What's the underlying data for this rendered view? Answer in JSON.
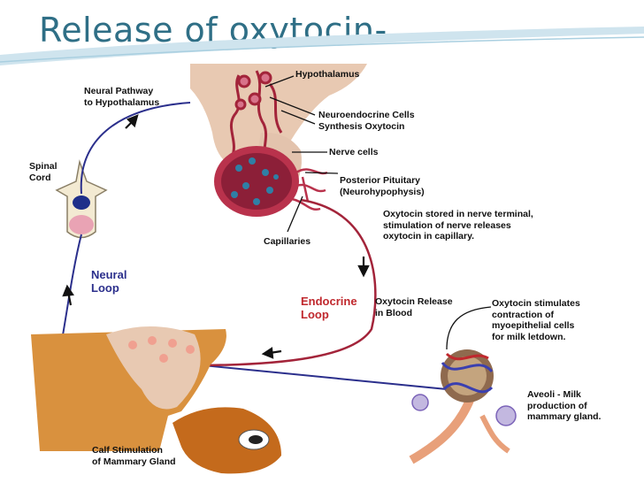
{
  "slide": {
    "title": "Release of oxytocin-"
  },
  "labels": {
    "hypothalamus": "Hypothalamus",
    "neural_pathway": "Neural Pathway\nto Hypothalamus",
    "neuroendocrine": "Neuroendocrine Cells\nSynthesis Oxytocin",
    "nerve_cells": "Nerve cells",
    "spinal_cord": "Spinal\nCord",
    "posterior_pituitary": "Posterior Pituitary\n(Neurohypophysis)",
    "oxytocin_stored": "Oxytocin stored in nerve terminal,\nstimulation of nerve releases\noxytocin in capillary.",
    "capillaries": "Capillaries",
    "neural_loop": "Neural\nLoop",
    "endocrine_loop": "Endocrine\nLoop",
    "oxytocin_release": "Oxytocin Release\nin Blood",
    "oxytocin_stimulates": "Oxytocin stimulates\ncontraction of\nmyoepithelial cells\nfor milk letdown.",
    "alveoli": "Aveoli - Milk\nproduction of\nmammary gland.",
    "calf_stimulation": "Calf Stimulation\nof Mammary Gland"
  },
  "colors": {
    "title": "#2f6f86",
    "neural_loop": "#2b2f8c",
    "endocrine_loop": "#c0282d",
    "tissue": "#e8c9b2",
    "udder": "#d9913e",
    "vessel": "#a3243a"
  }
}
